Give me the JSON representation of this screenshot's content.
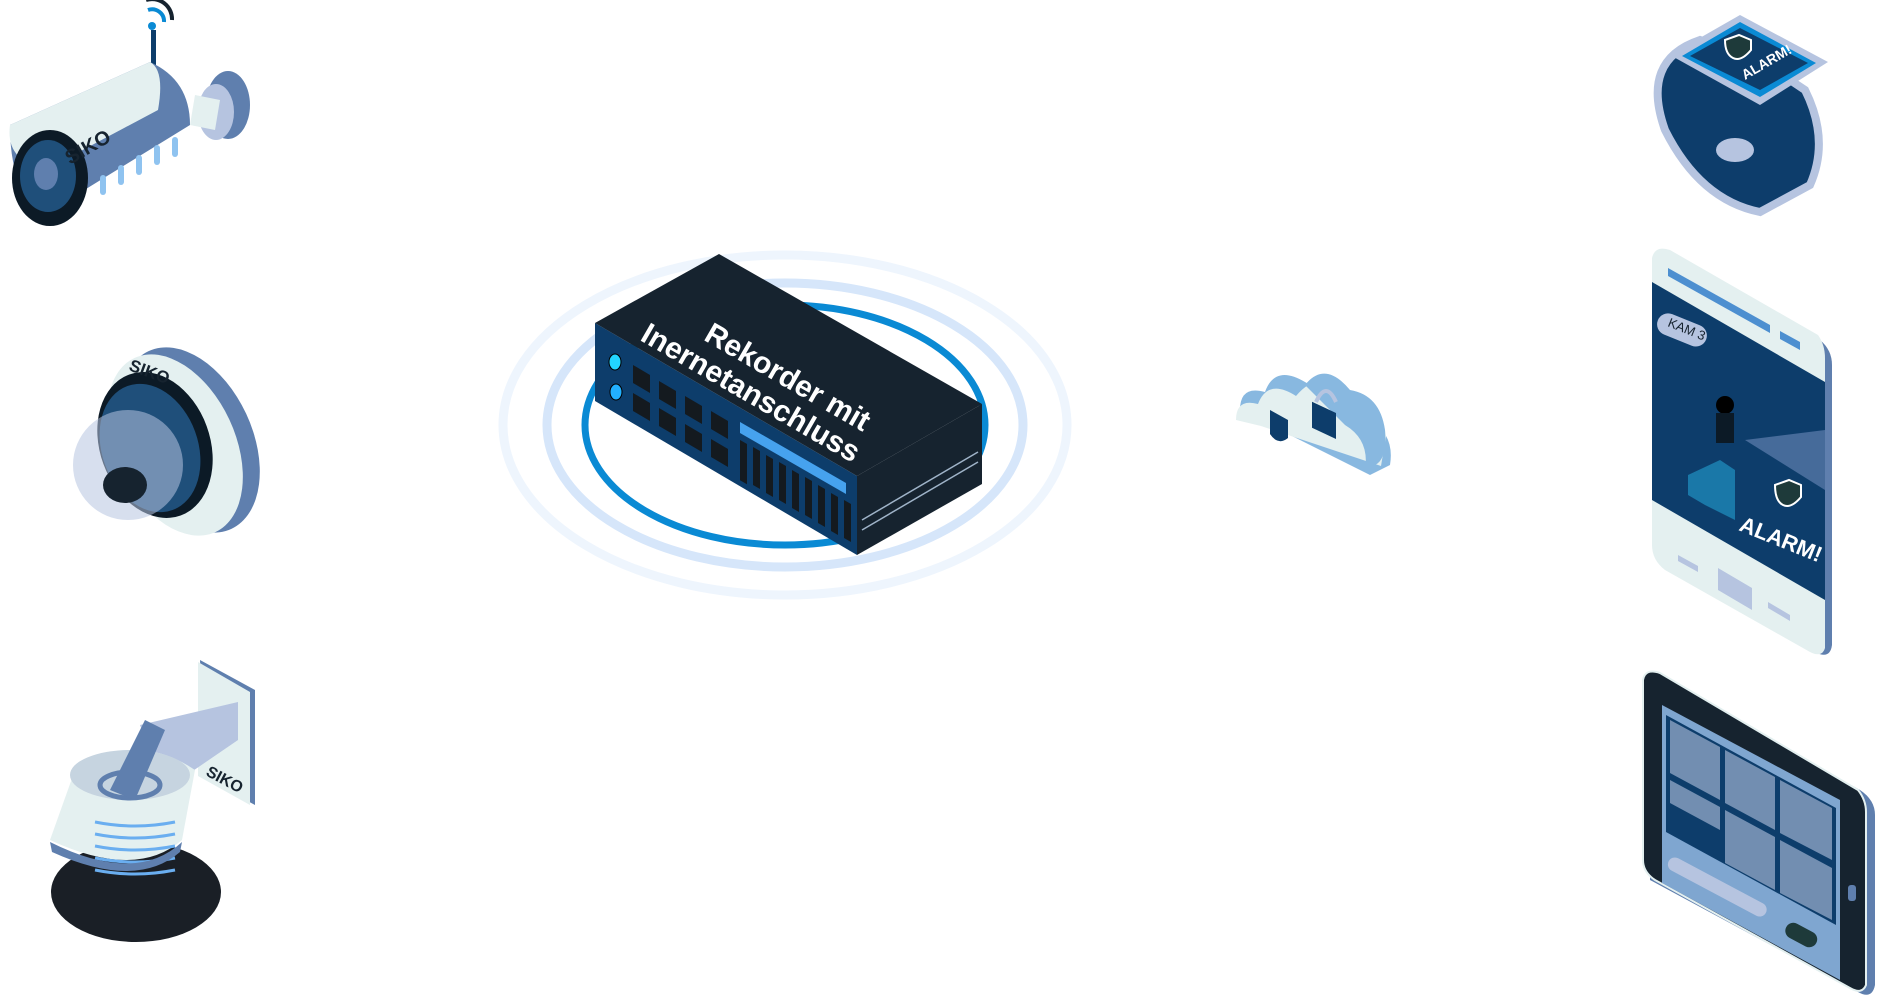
{
  "brand": {
    "logo_text": "SIKO"
  },
  "recorder": {
    "line1": "Rekorder mit",
    "line2": "Inernetanschluss"
  },
  "watch": {
    "alarm_text": "ALARM!"
  },
  "phone": {
    "camera_label": "KAM 3",
    "alarm_text": "ALARM!"
  },
  "colors": {
    "navy": "#0d3d6b",
    "dark": "#16232f",
    "accent": "#0a8ad4",
    "light": "#e4f0f0",
    "mid": "#5f7fae",
    "pale": "#b6c4e0"
  }
}
